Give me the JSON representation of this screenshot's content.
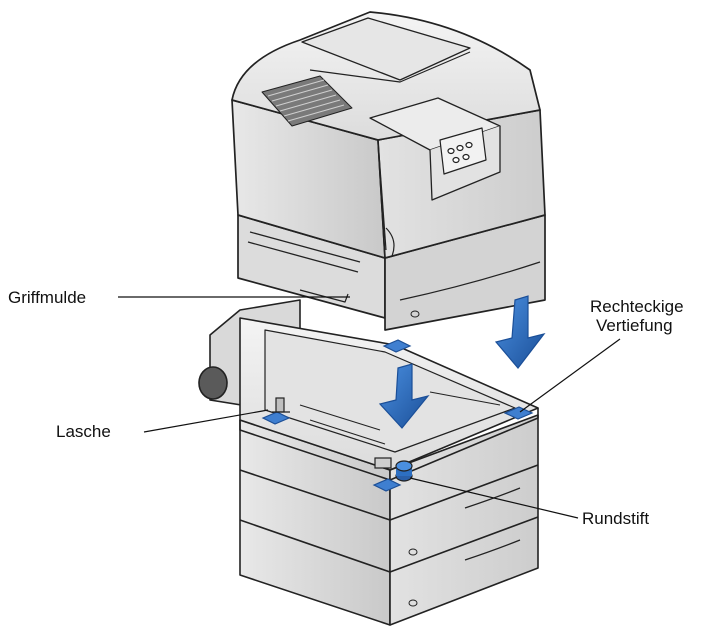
{
  "labels": {
    "griffmulde": "Griffmulde",
    "rechteckige_vertiefung_line1": "Rechteckige",
    "rechteckige_vertiefung_line2": "Vertiefung",
    "lasche": "Lasche",
    "rundstift": "Rundstift"
  },
  "colors": {
    "body_light": "#ececec",
    "body_mid": "#d6d6d6",
    "body_dark": "#b8b8b8",
    "outline": "#222222",
    "accent_blue": "#2d6fc1",
    "accent_blue_dark": "#1d4f95"
  }
}
